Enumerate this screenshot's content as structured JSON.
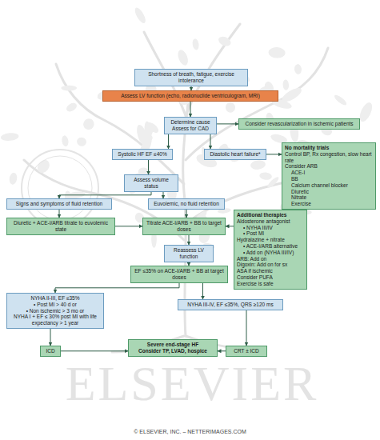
{
  "diagram": {
    "nodes": [
      {
        "text": [
          "Shortness of breath, fatigue, exercise intolerance"
        ]
      },
      {
        "text": [
          "Assess LV function (echo, radionuclide ventriculogram, MRI)"
        ]
      },
      {
        "text": [
          "Determine cause Assess for CAD"
        ]
      },
      {
        "text": [
          "Consider revascularization in ischemic patients"
        ]
      },
      {
        "text": [
          "Systolic HF EF ≤40%"
        ]
      },
      {
        "text": [
          "Diastolic heart failure*"
        ]
      },
      {
        "text": [
          "No mortality trials",
          "Control BP, Rx congestion, slow heart rate",
          "Consider ARB",
          "ACE-I",
          "BB",
          "Calcium channel blocker",
          "Diuretic",
          "Nitrate",
          "Exercise"
        ]
      },
      {
        "text": [
          "Assess volume status"
        ]
      },
      {
        "text": [
          "Signs and symptoms of fluid retention"
        ]
      },
      {
        "text": [
          "Euvolemic, no fluid retention"
        ]
      },
      {
        "text": [
          "Diuretic + ACE-I/ARB titrate to euvolemic state"
        ]
      },
      {
        "text": [
          "Titrate ACE-I/ARB + BB to target doses"
        ]
      },
      {
        "text": [
          "Additional therapies",
          "Aldosterone antagonist",
          "• NYHA III/IV",
          "• Post MI",
          "Hydralazine + nitrate",
          "• ACE-I/ARB alternative",
          "• Add on (NYHA III/IV)",
          "ARB: Add on",
          "Digoxin: Add on for sx",
          "ASA if ischemic",
          "Consider PUFA",
          "Exercise is safe"
        ]
      },
      {
        "text": [
          "Reassess LV function"
        ]
      },
      {
        "text": [
          "EF ≤35% on ACE-I/ARB + BB at target doses"
        ]
      },
      {
        "text": [
          "NYHA II-III, EF ≤35%",
          "• Post MI > 40 d or",
          "• Non ischemic > 3 mo or",
          "NYHA I + EF ≤ 30% post MI with life expectancy > 1 year"
        ]
      },
      {
        "text": [
          "NYHA III-IV, EF ≤35%, QRS ≥120 ms"
        ]
      },
      {
        "text": [
          "ICD"
        ]
      },
      {
        "text": [
          "Severe end-stage HF",
          "Consider TP, LVAD, hospice"
        ]
      },
      {
        "text": [
          "CRT ± ICD"
        ]
      }
    ],
    "edges": [
      {
        "from": 0,
        "to": 1,
        "arrow": "to"
      },
      {
        "from": 1,
        "to": 2,
        "arrow": "to"
      },
      {
        "from": 2,
        "to": 3,
        "arrow": "to"
      },
      {
        "from": 2,
        "to": 4,
        "arrow": "to"
      },
      {
        "from": 2,
        "to": 5,
        "arrow": "to"
      },
      {
        "from": 5,
        "to": 6,
        "arrow": "to"
      },
      {
        "from": 4,
        "to": 7,
        "arrow": "to"
      },
      {
        "from": 7,
        "to": 8,
        "arrow": "to"
      },
      {
        "from": 7,
        "to": 9,
        "arrow": "to"
      },
      {
        "from": 8,
        "to": 10,
        "arrow": "to"
      },
      {
        "from": 9,
        "to": 11,
        "arrow": "to"
      },
      {
        "from": 10,
        "to": 11,
        "arrow": "to"
      },
      {
        "from": 12,
        "to": 11,
        "arrow": "to"
      },
      {
        "from": 11,
        "to": 13,
        "arrow": "to"
      },
      {
        "from": 13,
        "to": 14,
        "arrow": "to"
      },
      {
        "from": 14,
        "to": 15,
        "arrow": "to"
      },
      {
        "from": 14,
        "to": 16,
        "arrow": "to"
      },
      {
        "from": 15,
        "to": 17,
        "arrow": "to"
      },
      {
        "from": 17,
        "to": 18,
        "arrow": "to"
      },
      {
        "from": 16,
        "to": 19,
        "arrow": "to"
      },
      {
        "from": 19,
        "to": 18,
        "arrow": "to"
      }
    ],
    "labels": [
      "ELSEVIER",
      "© ELSEVIER, INC. – NETTERIMAGES.COM"
    ]
  }
}
